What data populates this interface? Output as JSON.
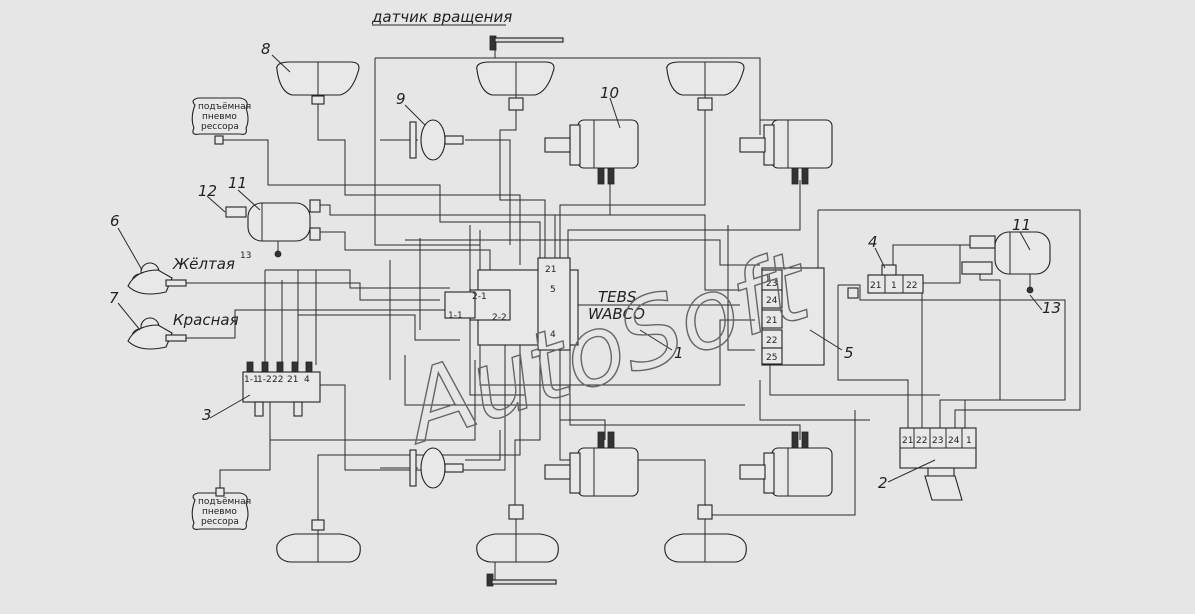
{
  "labels": {
    "rotation_sensor": "датчик вращения",
    "yellow": "Жёлтая",
    "red": "Красная",
    "ebs_line1": "TEBS",
    "ebs_line2": "WABCO",
    "lift_top": [
      "подъёмная",
      "пневмо",
      "рессора"
    ],
    "lift_bottom": [
      "подъёмная",
      "пневмо",
      "рессора"
    ],
    "watermark": "AutoSoft"
  },
  "callouts": {
    "c1": "1",
    "c2": "2",
    "c3": "3",
    "c4": "4",
    "c5": "5",
    "c6": "6",
    "c7": "7",
    "c8": "8",
    "c9": "9",
    "c10": "10",
    "c11a": "11",
    "c11b": "11",
    "c12": "12",
    "c13a": "13",
    "c13b": "13"
  },
  "ports": {
    "ebs_left": [
      "2-1",
      "1-1",
      "2-2"
    ],
    "ebs_center": [
      "21",
      "5",
      "4"
    ],
    "valve5": [
      "23",
      "24",
      "21",
      "22",
      "25"
    ],
    "valve4": [
      "21",
      "1",
      "22"
    ],
    "valve3": [
      "1-1",
      "1-2",
      "22",
      "21",
      "4"
    ],
    "valve2": [
      "21",
      "22",
      "23",
      "24",
      "1"
    ]
  },
  "colors": {
    "background": "#e6e6e6",
    "line": "#2a2a2a"
  }
}
